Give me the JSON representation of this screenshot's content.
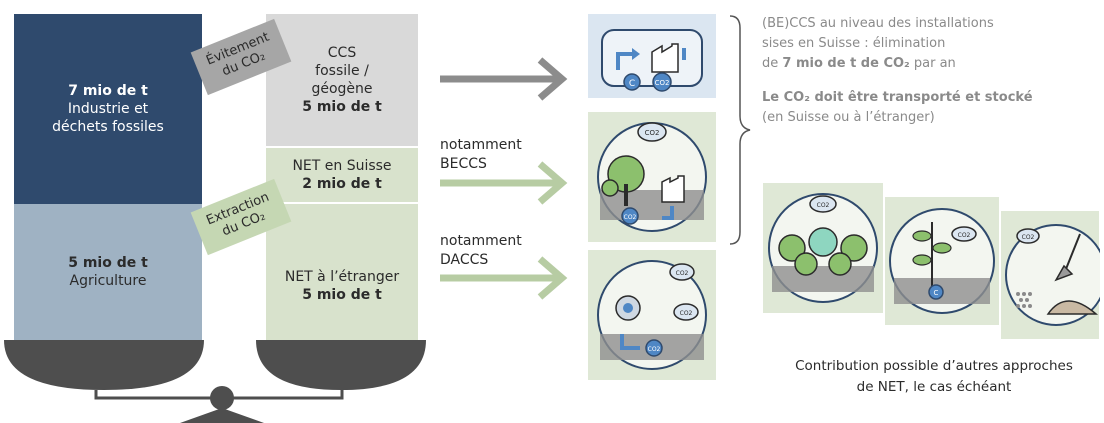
{
  "left_column": {
    "top": {
      "value": "7 mio de t",
      "line1": "Industrie et",
      "line2": "déchets fossiles"
    },
    "bottom": {
      "value": "5 mio de t",
      "line1": "Agriculture"
    }
  },
  "right_column": {
    "ccs": {
      "line1": "CCS",
      "line2": "fossile /",
      "line3": "géogène",
      "value": "5 mio de t"
    },
    "net_suisse": {
      "line1": "NET en Suisse",
      "value": "2 mio de t"
    },
    "net_etranger": {
      "line1": "NET à l’étranger",
      "value": "5 mio de t"
    }
  },
  "tags": {
    "evitement": {
      "line1": "Évitement",
      "line2": "du CO₂"
    },
    "extraction": {
      "line1": "Extraction",
      "line2": "du CO₂"
    }
  },
  "arrow_labels": {
    "beccs": {
      "line1": "notamment",
      "line2": "BECCS"
    },
    "daccs": {
      "line1": "notamment",
      "line2": "DACCS"
    }
  },
  "notes": {
    "line1": "(BE)CCS au niveau des installations",
    "line2": "sises en Suisse : élimination",
    "line3_prefix": "de ",
    "line3_bold": "7 mio de t de CO₂",
    "line3_suffix": " par an",
    "line4_bold": "Le CO₂ doit être transporté et stocké",
    "line5": "(en Suisse ou à l’étranger)"
  },
  "caption": {
    "line1": "Contribution possible d’autres approches",
    "line2": "de NET, le cas échéant"
  },
  "icons": {
    "co2": "CO2",
    "c": "C"
  },
  "colors": {
    "dark_blue": "#2f4a6d",
    "light_blue": "#9fb2c3",
    "ccs_gray": "#d9d9d9",
    "light_green": "#d8e2cc",
    "arrow_gray": "#8c8c8c",
    "arrow_green": "#b7cca3",
    "scale_dark": "#4e4e4e",
    "panel_blue": "#dbe6f1",
    "panel_green": "#dfe8d6"
  }
}
